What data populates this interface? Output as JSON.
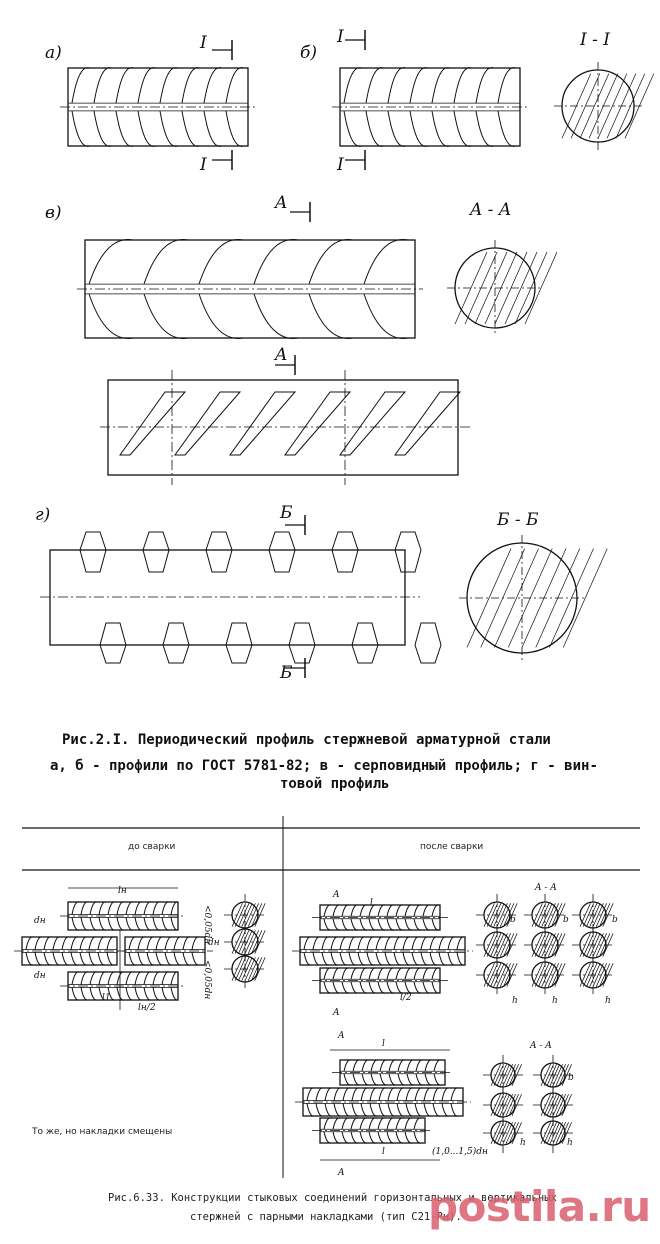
{
  "fig1": {
    "labels": {
      "a": "а)",
      "b": "б)",
      "v": "в)",
      "g": "г)",
      "sec_I": "I",
      "sec_II": "I - I",
      "sec_A": "A",
      "sec_AA": "A - A",
      "sec_B": "Б",
      "sec_BB": "Б - Б"
    },
    "caption_title": "Рис.2.I. Периодический профиль стержневой арматурной стали",
    "caption_line2": "а, б - профили по ГОСТ 5781-82; в  - серповидный профиль; г - вин-",
    "caption_line3": "товой профиль"
  },
  "fig2": {
    "header_before": "до сварки",
    "header_after": "после сварки",
    "dims": {
      "ln": "lн",
      "dn": "dн",
      "d_n": "dн",
      "gap1": "<0,05dн",
      "gap2": "<0,05dн",
      "l1": "l1",
      "ln2": "lн/2",
      "l": "l",
      "l2": "l/2",
      "A": "A",
      "AA": "A - A",
      "b": "b",
      "h": "h",
      "range": "(1,0...1,5)dн"
    },
    "note_shifted": "То же, но накладки смещены",
    "caption_line1": "Рис.6.33. Конструкции стыковых соединений горизонтальных и вертикальных",
    "caption_line2": "стержней с парными накладками (тип С21-Рн)."
  },
  "watermark": "postila.ru"
}
